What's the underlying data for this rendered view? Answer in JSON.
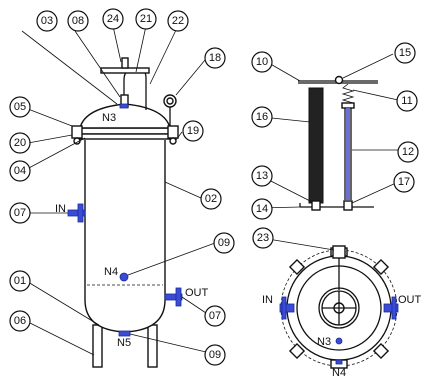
{
  "callouts": [
    {
      "id": "c03",
      "text": "03"
    },
    {
      "id": "c08",
      "text": "08"
    },
    {
      "id": "c24",
      "text": "24"
    },
    {
      "id": "c21",
      "text": "21"
    },
    {
      "id": "c22",
      "text": "22"
    },
    {
      "id": "c18",
      "text": "18"
    },
    {
      "id": "c05",
      "text": "05"
    },
    {
      "id": "c20",
      "text": "20"
    },
    {
      "id": "c04",
      "text": "04"
    },
    {
      "id": "c19",
      "text": "19"
    },
    {
      "id": "c02",
      "text": "02"
    },
    {
      "id": "c07a",
      "text": "07"
    },
    {
      "id": "c09a",
      "text": "09"
    },
    {
      "id": "c01",
      "text": "01"
    },
    {
      "id": "c07b",
      "text": "07"
    },
    {
      "id": "c06",
      "text": "06"
    },
    {
      "id": "c09b",
      "text": "09"
    },
    {
      "id": "c10",
      "text": "10"
    },
    {
      "id": "c15",
      "text": "15"
    },
    {
      "id": "c11",
      "text": "11"
    },
    {
      "id": "c16",
      "text": "16"
    },
    {
      "id": "c12",
      "text": "12"
    },
    {
      "id": "c13",
      "text": "13"
    },
    {
      "id": "c17",
      "text": "17"
    },
    {
      "id": "c14",
      "text": "14"
    },
    {
      "id": "c23",
      "text": "23"
    }
  ],
  "labels": {
    "n3_main": "N3",
    "in_main": "IN",
    "n4_main": "N4",
    "out_main": "OUT",
    "n5_main": "N5",
    "in_top": "IN",
    "out_top": "OUT",
    "n3_top": "N3",
    "n4_top": "N4"
  },
  "colors": {
    "nozzle_blue": "#3b4bd6",
    "line": "#111111"
  }
}
